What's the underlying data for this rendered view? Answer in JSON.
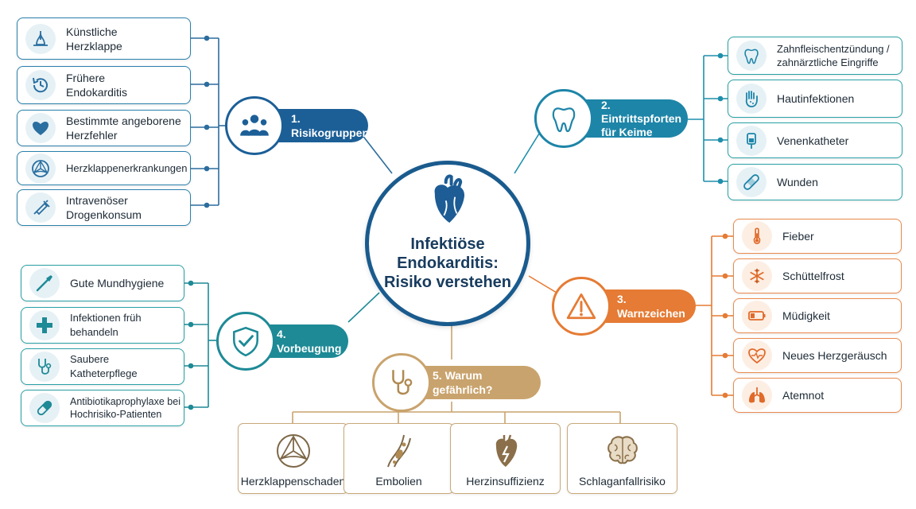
{
  "center": {
    "title_lines": [
      "Infektiöse",
      "Endokarditis:",
      "Risiko verstehen"
    ],
    "icon": "heart-icon"
  },
  "branches": {
    "risk": {
      "title": "1. Risikogruppen",
      "icon": "people-icon",
      "color": "#1c5f97",
      "items": [
        {
          "label": "Künstliche Herzklappe",
          "icon": "heart-valve-icon"
        },
        {
          "label": "Frühere Endokarditis",
          "icon": "history-icon"
        },
        {
          "label": "Bestimmte angeborene Herzfehler",
          "icon": "heart-shield-icon"
        },
        {
          "label": "Herzklappenerkrankungen",
          "icon": "valve-icon"
        },
        {
          "label": "Intravenöser Drogenkonsum",
          "icon": "syringe-icon"
        }
      ]
    },
    "entry": {
      "title_lines": [
        "2. Eintrittspforten",
        "für Keime"
      ],
      "icon": "tooth-icon",
      "color": "#1d85a8",
      "items": [
        {
          "label": "Zahnfleischentzündung / zahnärztliche Eingriffe",
          "icon": "tooth-icon"
        },
        {
          "label": "Hautinfektionen",
          "icon": "hand-icon"
        },
        {
          "label": "Venenkatheter",
          "icon": "iv-bag-icon"
        },
        {
          "label": "Wunden",
          "icon": "bandage-icon"
        }
      ]
    },
    "warning": {
      "title": "3. Warnzeichen",
      "icon": "warning-icon",
      "color": "#e57b34",
      "items": [
        {
          "label": "Fieber",
          "icon": "thermometer-icon"
        },
        {
          "label": "Schüttelfrost",
          "icon": "snowflake-icon"
        },
        {
          "label": "Müdigkeit",
          "icon": "battery-low-icon"
        },
        {
          "label": "Neues Herzgeräusch",
          "icon": "heart-sound-icon"
        },
        {
          "label": "Atemnot",
          "icon": "lungs-icon"
        }
      ]
    },
    "prevention": {
      "title": "4. Vorbeugung",
      "icon": "shield-check-icon",
      "color": "#1d8a96",
      "items": [
        {
          "label": "Gute Mundhygiene",
          "icon": "toothbrush-icon"
        },
        {
          "label": "Infektionen früh behandeln",
          "icon": "medical-cross-icon"
        },
        {
          "label": "Saubere Katheterpflege",
          "icon": "stethoscope-icon"
        },
        {
          "label": "Antibiotikaprophylaxe bei Hochrisiko-Patienten",
          "icon": "pill-icon"
        }
      ]
    },
    "danger": {
      "title": "5. Warum gefährlich?",
      "icon": "stethoscope-icon",
      "color": "#c9a36d",
      "items": [
        {
          "label": "Herzklappenschaden",
          "icon": "valve-damage-icon"
        },
        {
          "label": "Embolien",
          "icon": "embolism-icon"
        },
        {
          "label": "Herzinsuffizienz",
          "icon": "heart-failure-icon"
        },
        {
          "label": "Schlaganfallrisiko",
          "icon": "brain-icon"
        }
      ]
    }
  }
}
